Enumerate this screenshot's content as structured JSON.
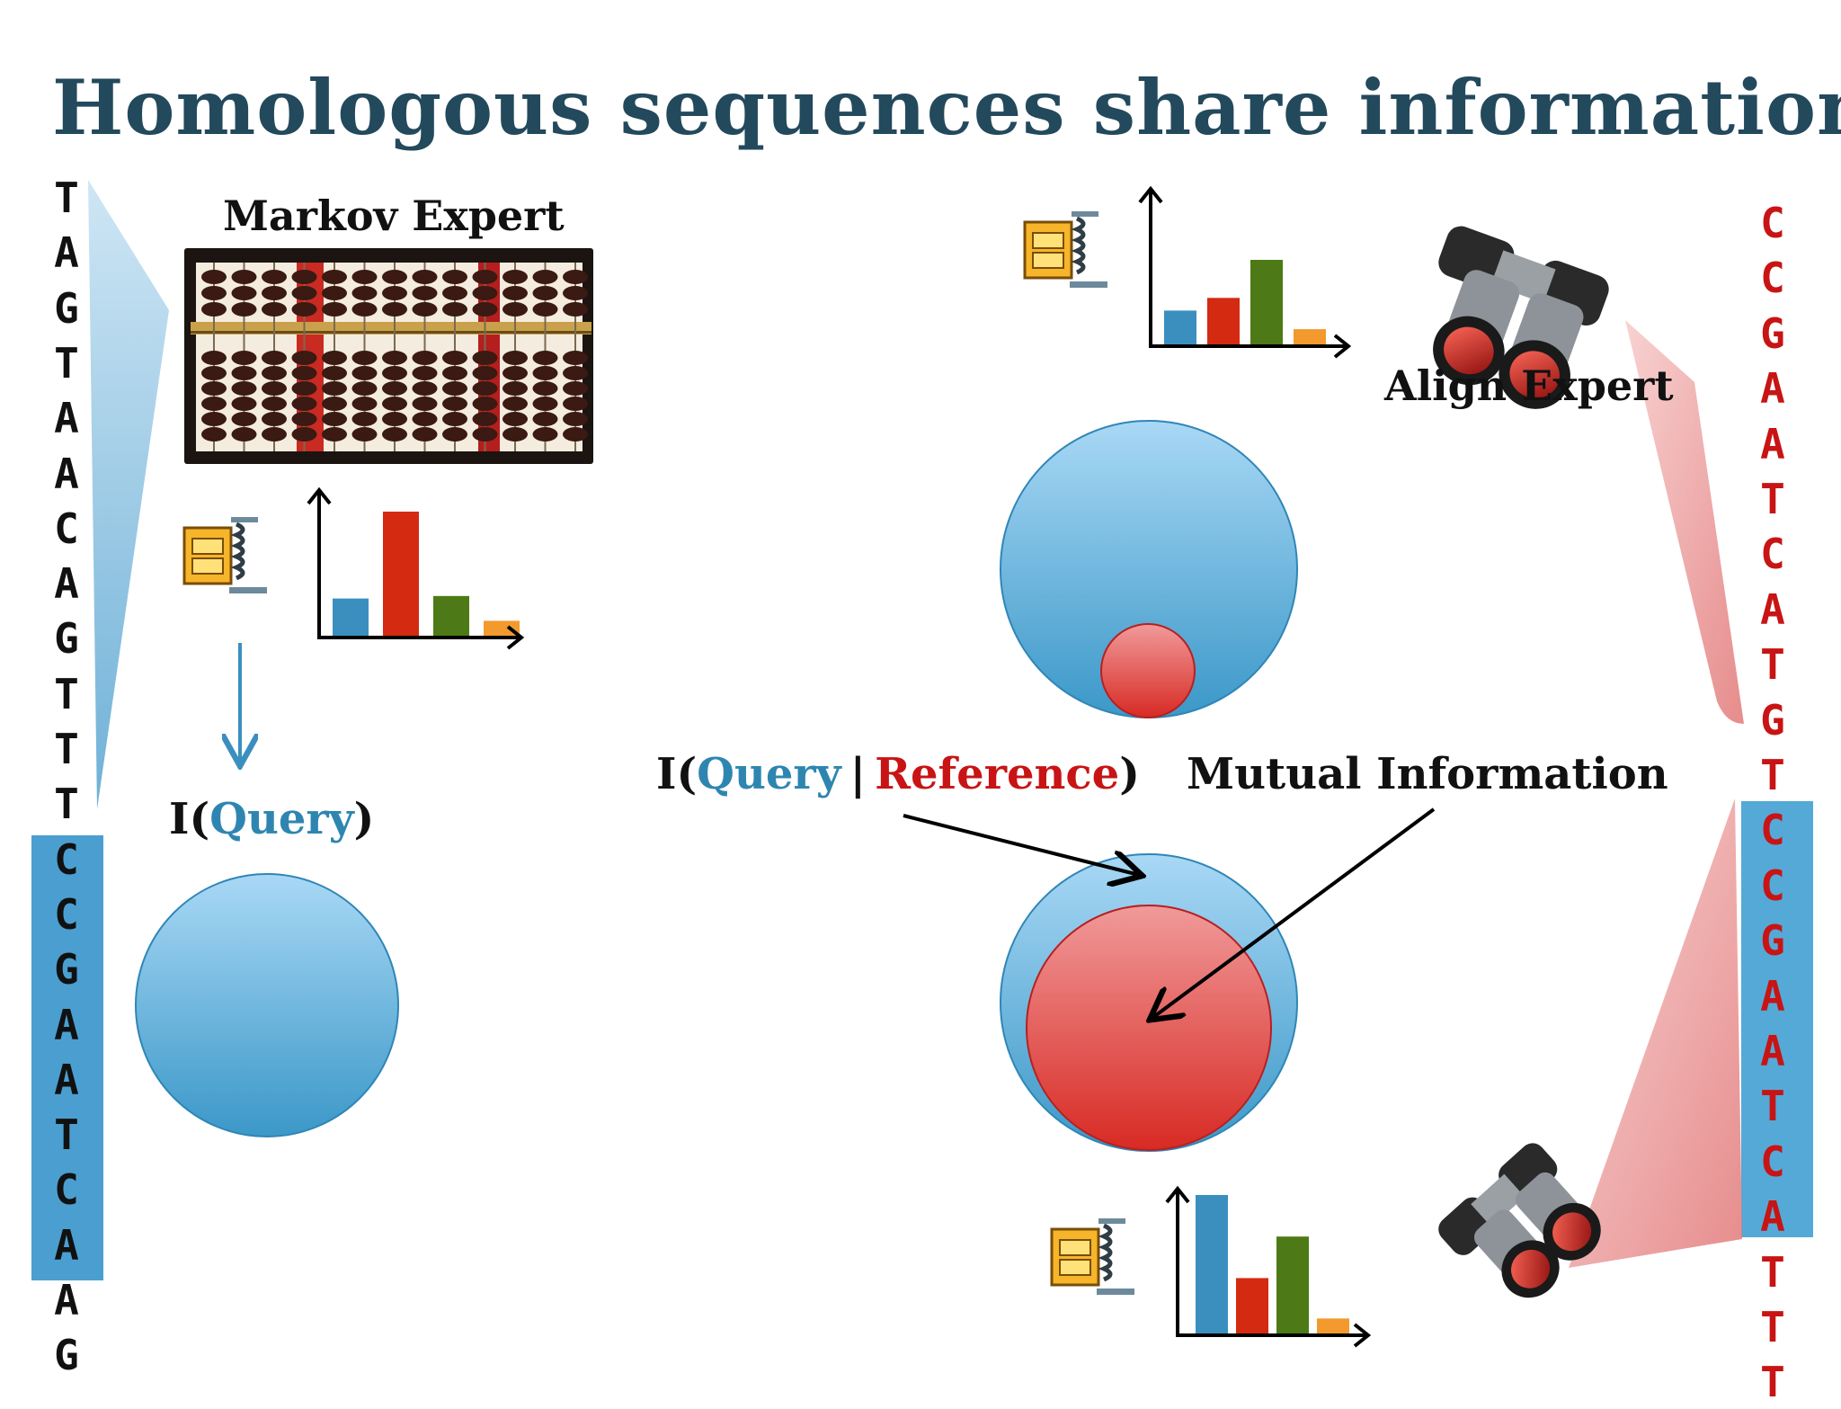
{
  "title": "Homologous sequences share information",
  "query_sequence": [
    "T",
    "A",
    "G",
    "T",
    "A",
    "A",
    "C",
    "A",
    "G",
    "T",
    "T",
    "T",
    "C",
    "C",
    "G",
    "A",
    "A",
    "T",
    "C",
    "A",
    "A",
    "G"
  ],
  "reference_sequence": [
    "C",
    "C",
    "G",
    "A",
    "A",
    "T",
    "C",
    "A",
    "T",
    "G",
    "T",
    "C",
    "C",
    "G",
    "A",
    "A",
    "T",
    "C",
    "A",
    "T",
    "T",
    "T"
  ],
  "labels": {
    "markov_expert": "Markov Expert",
    "align_expert": "Align Expert",
    "i_open": "I(",
    "query": "Query",
    "close_paren": ")",
    "bar": "|",
    "reference": "Reference",
    "mutual_information": "Mutual Information"
  },
  "icons": [
    "abacus-icon",
    "compress-archive-icon",
    "binoculars-icon",
    "bar-chart-icon",
    "arrow-icon"
  ],
  "colors": {
    "title": "#23495c",
    "query_text": "#2e86b0",
    "reference_text": "#c81414",
    "circle_blue": "#5fb4e0",
    "circle_red": "#e0393a",
    "bar_blue": "#3a8fbf",
    "bar_red": "#d42a12",
    "bar_green": "#4d7a16",
    "bar_orange": "#f29a2e"
  },
  "chart_data": [
    {
      "type": "bar",
      "name_hint": "markov",
      "values": [
        3,
        10,
        3.2,
        1.2
      ]
    },
    {
      "type": "bar",
      "name_hint": "top-right",
      "values": [
        4,
        5.5,
        10,
        1.8
      ]
    },
    {
      "type": "bar",
      "name_hint": "bottom",
      "values": [
        12,
        4.8,
        8.4,
        1.3
      ]
    }
  ]
}
